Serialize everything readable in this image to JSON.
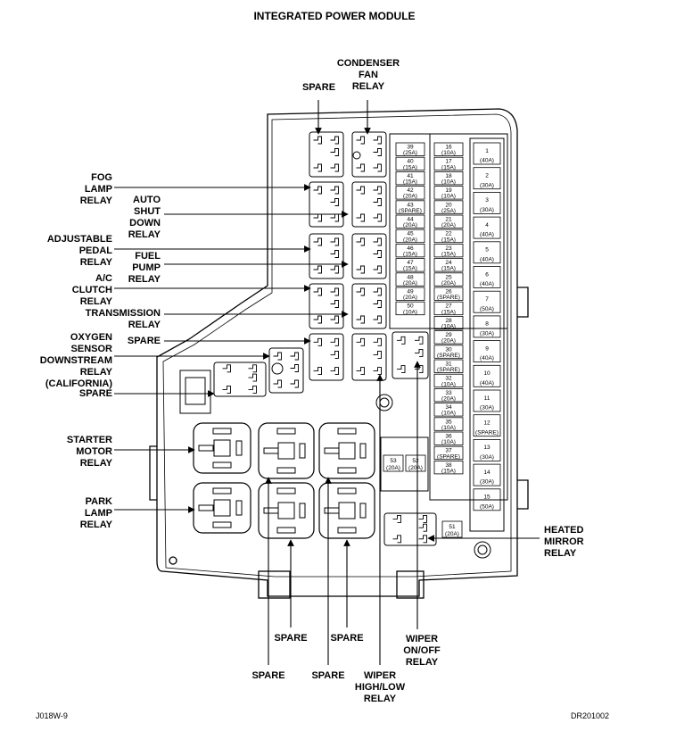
{
  "title": "INTEGRATED POWER MODULE",
  "labels": {
    "spare_top": "SPARE",
    "condenser": "CONDENSER\nFAN\nRELAY",
    "fog": "FOG\nLAMP\nRELAY",
    "asd": "AUTO\nSHUT\nDOWN\nRELAY",
    "adj": "ADJUSTABLE\nPEDAL\nRELAY",
    "fuel": "FUEL\nPUMP\nRELAY",
    "ac": "A/C\nCLUTCH\nRELAY",
    "trans": "TRANSMISSION\nRELAY",
    "o2": "OXYGEN\nSENSOR\nDOWNSTREAM\nRELAY\n(CALIFORNIA)",
    "spare_mid": "SPARE",
    "spare_left": "SPARE",
    "starter": "STARTER\nMOTOR\nRELAY",
    "park": "PARK\nLAMP\nRELAY",
    "heated": "HEATED\nMIRROR\nRELAY",
    "wiper_onoff": "WIPER\nON/OFF\nRELAY",
    "wiper_hilo": "WIPER\nHIGH/LOW\nRELAY",
    "spare_b1": "SPARE",
    "spare_b2": "SPARE",
    "spare_b3": "SPARE",
    "spare_b4": "SPARE"
  },
  "fuses": {
    "col_a": [
      [
        "39",
        "(25A)"
      ],
      [
        "40",
        "(15A)"
      ],
      [
        "41",
        "(15A)"
      ],
      [
        "42",
        "(20A)"
      ],
      [
        "43",
        "(SPARE)"
      ],
      [
        "44",
        "(20A)"
      ],
      [
        "45",
        "(20A)"
      ],
      [
        "46",
        "(15A)"
      ],
      [
        "47",
        "(15A)"
      ],
      [
        "48",
        "(20A)"
      ],
      [
        "49",
        "(20A)"
      ],
      [
        "50",
        "(10A)"
      ]
    ],
    "col_b": [
      [
        "16",
        "(10A)"
      ],
      [
        "17",
        "(15A)"
      ],
      [
        "18",
        "(10A)"
      ],
      [
        "19",
        "(10A)"
      ],
      [
        "20",
        "(25A)"
      ],
      [
        "21",
        "(20A)"
      ],
      [
        "22",
        "(15A)"
      ],
      [
        "23",
        "(15A)"
      ],
      [
        "24",
        "(15A)"
      ],
      [
        "25",
        "(20A)"
      ],
      [
        "26",
        "(SPARE)"
      ],
      [
        "27",
        "(15A)"
      ],
      [
        "28",
        "(10A)"
      ],
      [
        "29",
        "(20A)"
      ],
      [
        "30",
        "(SPARE)"
      ],
      [
        "31",
        "(SPARE)"
      ],
      [
        "32",
        "(10A)"
      ],
      [
        "33",
        "(20A)"
      ],
      [
        "34",
        "(10A)"
      ],
      [
        "35",
        "(10A)"
      ],
      [
        "36",
        "(10A)"
      ],
      [
        "37",
        "(SPARE)"
      ],
      [
        "38",
        "(15A)"
      ]
    ],
    "maxi": [
      [
        "1",
        "(40A)"
      ],
      [
        "2",
        "(30A)"
      ],
      [
        "3",
        "(30A)"
      ],
      [
        "4",
        "(40A)"
      ],
      [
        "5",
        "(40A)"
      ],
      [
        "6",
        "(40A)"
      ],
      [
        "7",
        "(50A)"
      ],
      [
        "8",
        "(30A)"
      ],
      [
        "9",
        "(40A)"
      ],
      [
        "10",
        "(40A)"
      ],
      [
        "11",
        "(30A)"
      ],
      [
        "12",
        "(SPARE)"
      ],
      [
        "13",
        "(30A)"
      ],
      [
        "14",
        "(30A)"
      ],
      [
        "15",
        "(50A)"
      ]
    ],
    "f53": [
      "53",
      "(20A)"
    ],
    "f52": [
      "52",
      "(20A)"
    ],
    "f51": [
      "51",
      "(20A)"
    ]
  },
  "footer": {
    "left": "J018W-9",
    "right": "DR201002"
  }
}
